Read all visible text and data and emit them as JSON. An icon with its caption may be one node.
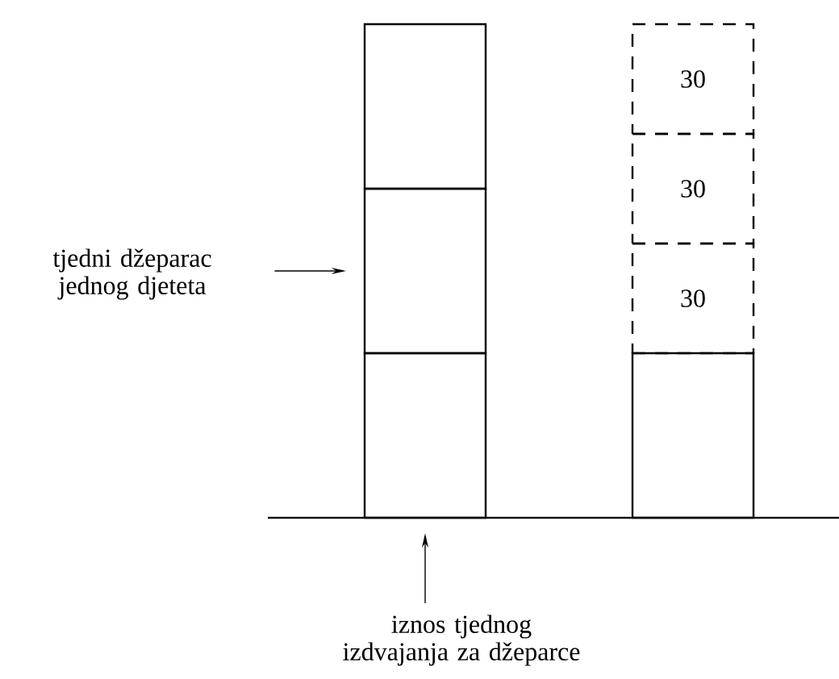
{
  "diagram": {
    "nodes": [
      {
        "text": [
          "tjedni džeparac jednog djeteta"
        ]
      },
      {
        "text": [],
        "shape": "box"
      },
      {
        "text": [],
        "shape": "box"
      },
      {
        "text": [],
        "shape": "box"
      },
      {
        "text": [
          "30"
        ]
      },
      {
        "text": [
          "30"
        ]
      },
      {
        "text": [
          "30"
        ]
      },
      {
        "text": [],
        "shape": "box"
      },
      {
        "text": [
          "iznos tjednog izdvajanja za džeparce"
        ]
      }
    ],
    "edges": [
      {
        "from": 0,
        "to": 2,
        "arrow": "to"
      },
      {
        "from": 8,
        "to": 3,
        "arrow": "to"
      }
    ]
  }
}
